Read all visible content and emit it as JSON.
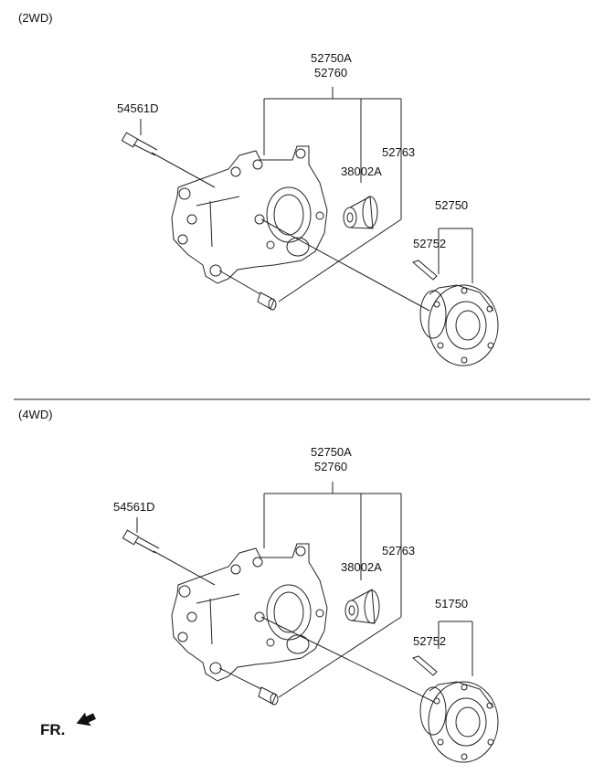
{
  "sections": {
    "top": {
      "title": "(2WD)",
      "labels": {
        "a": "52750A",
        "b": "52760",
        "bolt": "54561D",
        "bushing": "38002A",
        "pin": "52763",
        "hub": "52750",
        "hub_bolt": "52752"
      }
    },
    "bottom": {
      "title": "(4WD)",
      "labels": {
        "a": "52750A",
        "b": "52760",
        "bolt": "54561D",
        "bushing": "38002A",
        "pin": "52763",
        "hub": "51750",
        "hub_bolt": "52752"
      }
    }
  },
  "direction_label": "FR."
}
